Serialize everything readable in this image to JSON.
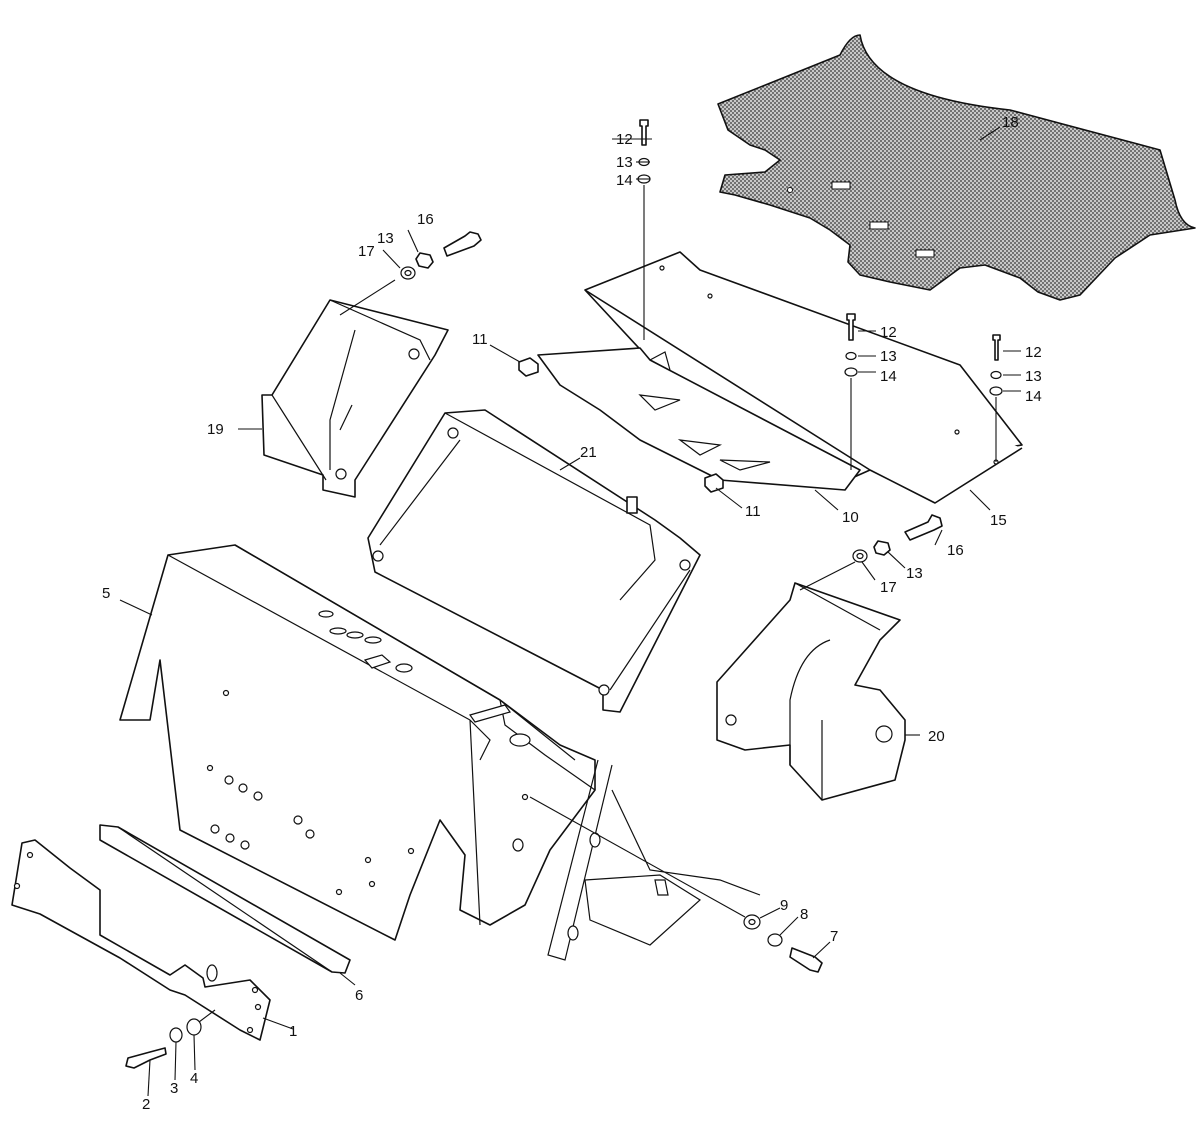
{
  "callouts": {
    "c1": "1",
    "c2": "2",
    "c3": "3",
    "c4": "4",
    "c5": "5",
    "c6": "6",
    "c7": "7",
    "c8": "8",
    "c9": "9",
    "c10": "10",
    "c11a": "11",
    "c11b": "11",
    "c12a": "12",
    "c12b": "12",
    "c12c": "12",
    "c13a": "13",
    "c13b": "13",
    "c13c": "13",
    "c13d": "13",
    "c13e": "13",
    "c14a": "14",
    "c14b": "14",
    "c14c": "14",
    "c15": "15",
    "c16a": "16",
    "c16b": "16",
    "c17a": "17",
    "c17b": "17",
    "c18": "18",
    "c19": "19",
    "c20": "20",
    "c21": "21"
  },
  "colors": {
    "line": "#111111",
    "background": "#ffffff",
    "mat_fill": "#9a9a9a"
  }
}
